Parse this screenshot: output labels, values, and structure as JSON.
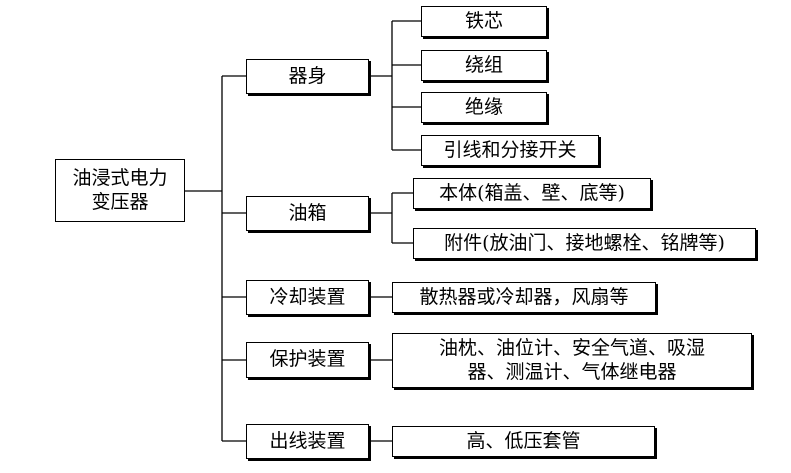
{
  "root": {
    "lines": [
      "油浸式电力",
      "变压器"
    ]
  },
  "branches": [
    {
      "label": "器身",
      "children": [
        {
          "lines": [
            "铁芯"
          ]
        },
        {
          "lines": [
            "绕组"
          ]
        },
        {
          "lines": [
            "绝缘"
          ]
        },
        {
          "lines": [
            "引线和分接开关"
          ]
        }
      ]
    },
    {
      "label": "油箱",
      "children": [
        {
          "lines": [
            "本体(箱盖、壁、底等)"
          ]
        },
        {
          "lines": [
            "附件(放油门、接地螺栓、铭牌等)"
          ]
        }
      ]
    },
    {
      "label": "冷却装置",
      "children": [
        {
          "lines": [
            "散热器或冷却器，风扇等"
          ]
        }
      ]
    },
    {
      "label": "保护装置",
      "children": [
        {
          "lines": [
            "油枕、油位计、安全气道、吸湿",
            "器、测温计、气体继电器"
          ]
        }
      ]
    },
    {
      "label": "出线装置",
      "children": [
        {
          "lines": [
            "高、低压套管"
          ]
        }
      ]
    }
  ]
}
